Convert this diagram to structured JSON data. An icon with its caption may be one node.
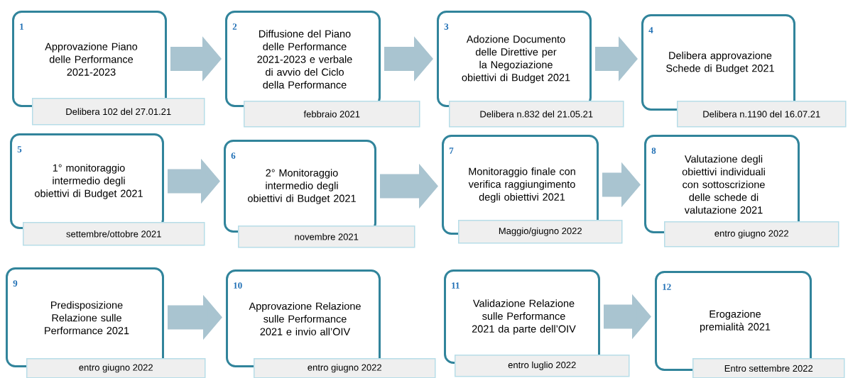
{
  "diagram": {
    "nodes": [
      {
        "text": [
          "1",
          "Approvazione Piano delle Performance 2021-2023"
        ]
      },
      {
        "text": [
          "Delibera 102 del 27.01.21"
        ]
      },
      {
        "text": [
          "2",
          "Diffusione del Piano delle Performance 2021-2023 e verbale di avvio del Ciclo della Performance"
        ]
      },
      {
        "text": [
          "febbraio 2021"
        ]
      },
      {
        "text": [
          "3",
          "Adozione Documento delle Direttive per la Negoziazione obiettivi di Budget 2021"
        ]
      },
      {
        "text": [
          "Delibera n.832 del 21.05.21"
        ]
      },
      {
        "text": [
          "4",
          "Delibera approvazione Schede di Budget 2021"
        ]
      },
      {
        "text": [
          "Delibera n.1190 del 16.07.21"
        ]
      },
      {
        "text": [
          "5",
          "1° monitoraggio intermedio degli obiettivi di Budget 2021"
        ]
      },
      {
        "text": [
          "settembre/ottobre 2021"
        ]
      },
      {
        "text": [
          "6",
          "2° Monitoraggio intermedio degli obiettivi di Budget 2021"
        ]
      },
      {
        "text": [
          "novembre 2021"
        ]
      },
      {
        "text": [
          "7",
          "Monitoraggio finale con verifica raggiungimento degli obiettivi 2021"
        ]
      },
      {
        "text": [
          "Maggio/giugno 2022"
        ]
      },
      {
        "text": [
          "8",
          "Valutazione degli obiettivi individuali con sottoscrizione delle schede di valutazione 2021"
        ]
      },
      {
        "text": [
          "entro giugno 2022"
        ]
      },
      {
        "text": [
          "9",
          "Predisposizione Relazione sulle Performance 2021"
        ]
      },
      {
        "text": [
          "entro giugno 2022"
        ]
      },
      {
        "text": [
          "10",
          "Approvazione Relazione sulle Performance 2021 e invio all’OIV"
        ]
      },
      {
        "text": [
          "entro giugno 2022"
        ]
      },
      {
        "text": [
          "11",
          "Validazione Relazione sulle Performance 2021 da parte dell’OIV"
        ]
      },
      {
        "text": [
          "entro luglio 2022"
        ]
      },
      {
        "text": [
          "12",
          "Erogazione premialità 2021"
        ]
      },
      {
        "text": [
          "Entro settembre 2022"
        ]
      }
    ],
    "edges": [
      {
        "from": 0,
        "to": 2,
        "arrow": "to"
      },
      {
        "from": 2,
        "to": 4,
        "arrow": "to"
      },
      {
        "from": 4,
        "to": 6,
        "arrow": "to"
      },
      {
        "from": 8,
        "to": 10,
        "arrow": "to"
      },
      {
        "from": 10,
        "to": 12,
        "arrow": "to"
      },
      {
        "from": 12,
        "to": 14,
        "arrow": "to"
      },
      {
        "from": 16,
        "to": 18,
        "arrow": "to"
      },
      {
        "from": 20,
        "to": 22,
        "arrow": "to"
      }
    ]
  }
}
